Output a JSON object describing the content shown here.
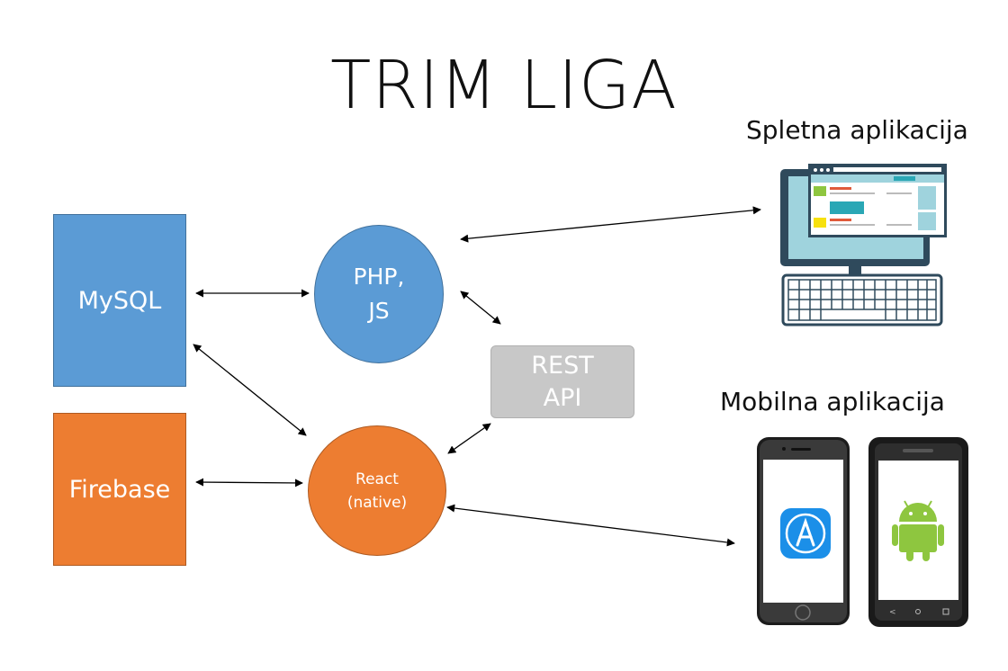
{
  "title": "TRIM LIGA",
  "nodes": {
    "mysql": "MySQL",
    "firebase": "Firebase",
    "php": [
      "PHP,",
      "JS"
    ],
    "react": [
      "React",
      "(native)"
    ],
    "rest": [
      "REST",
      "API"
    ]
  },
  "labels": {
    "web": "Spletna aplikacija",
    "mobile": "Mobilna aplikacija"
  },
  "icons": {
    "web": "desktop-computer-icon",
    "ios": "iphone-app-store-icon",
    "android": "android-phone-icon"
  },
  "colors": {
    "blue": "#5b9bd5",
    "orange": "#ed7d31",
    "gray": "#c8c8c8"
  }
}
